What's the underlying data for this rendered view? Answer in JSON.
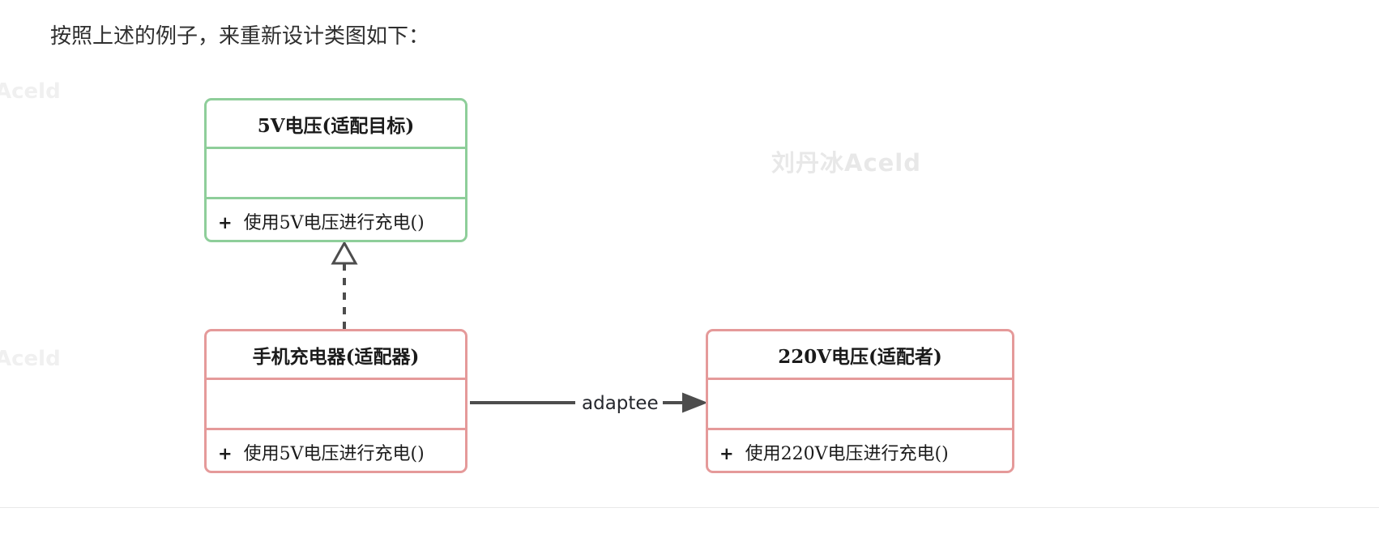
{
  "document": {
    "intro_text": "按照上述的例子，来重新设计类图如下："
  },
  "watermarks": {
    "center": "刘丹冰Aceld",
    "edge_left_top": "Aceld",
    "edge_left_bottom": "Aceld"
  },
  "colors": {
    "green_border": "#8ece9a",
    "pink_border": "#e59a9a",
    "connector": "#4d4d4d",
    "text": "#1b1b1b",
    "watermark": "#e8e8e8",
    "page_background": "#ffffff"
  },
  "diagram": {
    "type": "uml-class-diagram",
    "classes": [
      {
        "id": "target",
        "name": "5V电压(适配目标)",
        "role": "adaptation-target",
        "accent": "green",
        "attributes": [],
        "methods": [
          {
            "visibility": "+",
            "signature": "使用5V电压进行充电()"
          }
        ]
      },
      {
        "id": "adapter",
        "name": "手机充电器(适配器)",
        "role": "adapter",
        "accent": "pink",
        "attributes": [],
        "methods": [
          {
            "visibility": "+",
            "signature": "使用5V电压进行充电()"
          }
        ]
      },
      {
        "id": "adaptee",
        "name": "220V电压(适配者)",
        "role": "adaptee",
        "accent": "pink",
        "attributes": [],
        "methods": [
          {
            "visibility": "+",
            "signature": "使用220V电压进行充电()"
          }
        ]
      }
    ],
    "relationships": [
      {
        "id": "realization",
        "from": "adapter",
        "to": "target",
        "kind": "realization",
        "line": "dashed",
        "arrowhead": "hollow-triangle",
        "label": ""
      },
      {
        "id": "association",
        "from": "adapter",
        "to": "adaptee",
        "kind": "association",
        "line": "solid",
        "arrowhead": "solid-arrow",
        "label": "adaptee"
      }
    ]
  }
}
